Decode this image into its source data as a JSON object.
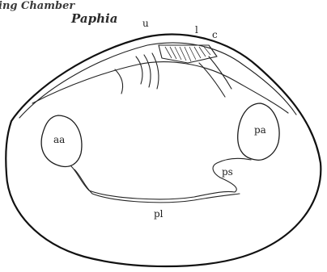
{
  "figure": {
    "top_fragment": "ing Chamber",
    "genus": "Paphia",
    "labels": {
      "umbo": "u",
      "ligament": "l",
      "cardinal_teeth": "c",
      "anterior_adductor": "aa",
      "posterior_adductor": "pa",
      "pallial_sinus": "ps",
      "pallial_line": "pl"
    }
  }
}
